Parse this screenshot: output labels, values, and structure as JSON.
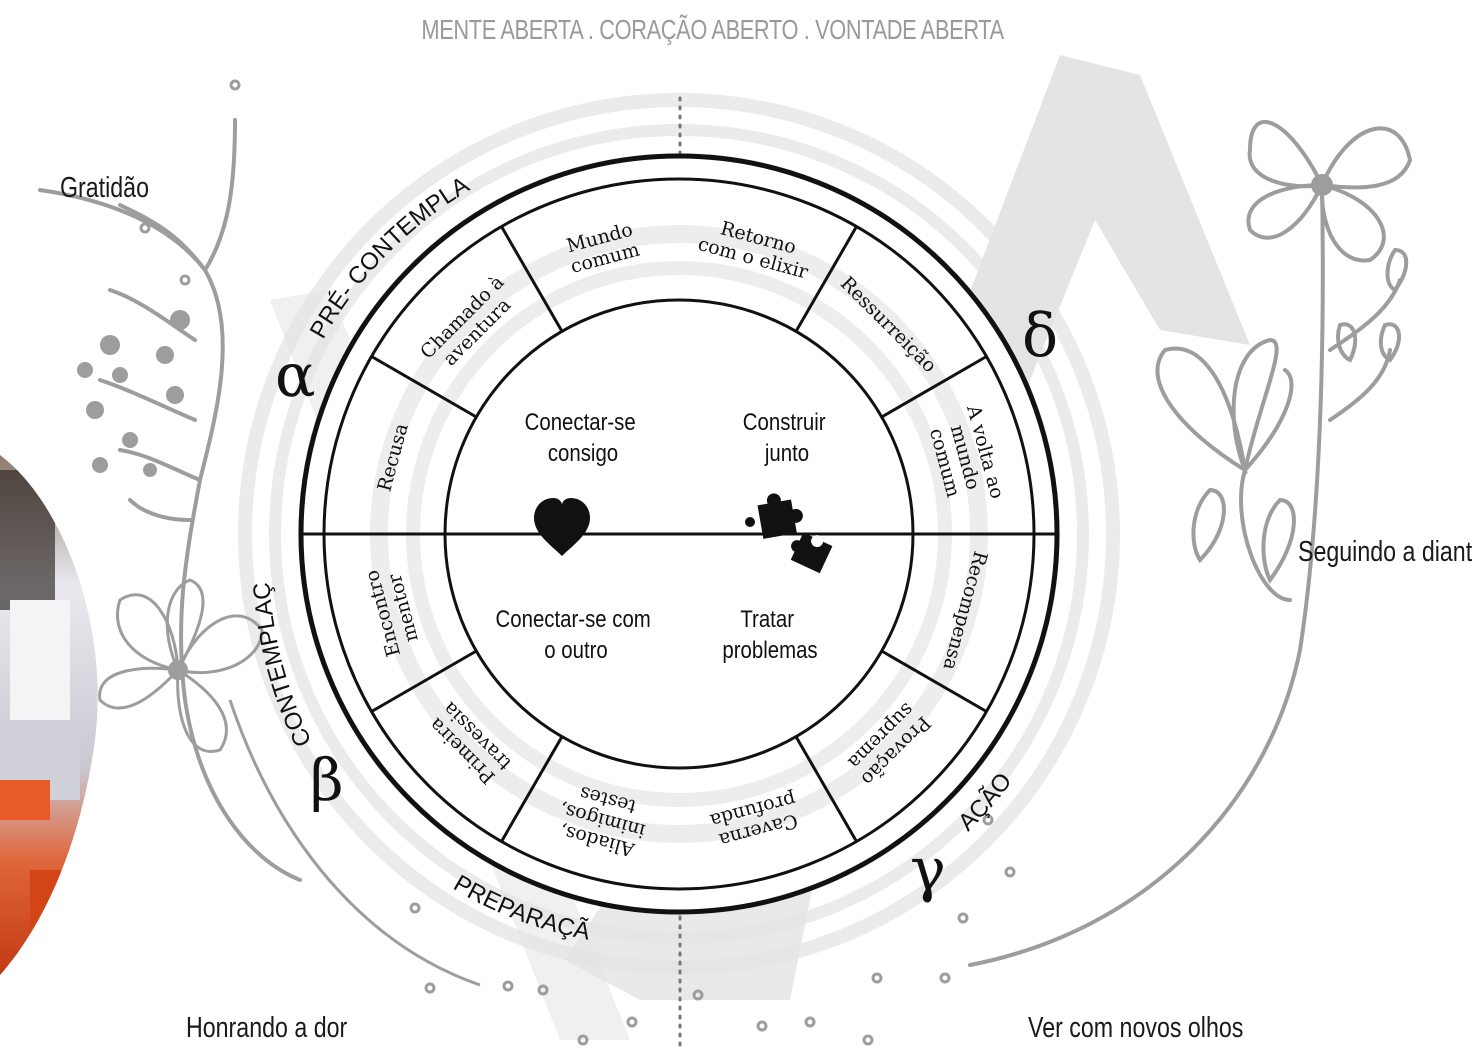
{
  "header": "MENTE ABERTA . CORAÇÃO  ABERTO . VONTADE ABERTA",
  "corners": {
    "top_left": "Gratidão",
    "right": "Seguindo a diant",
    "bottom_left": "Honrando  a dor",
    "bottom_right": "Ver com novos  olhos"
  },
  "stage_labels": {
    "pre_contemplacao": "PRÉ- CONTEMPLAÇÃO",
    "contemplacao": "CONTEMPLAÇÃO",
    "preparacao": "PREPARAÇÃO",
    "acao": "AÇÃO"
  },
  "greek": {
    "alpha": "α",
    "beta": "β",
    "gamma": "γ",
    "delta": "δ"
  },
  "segments": [
    {
      "id": "mundo-comum",
      "lines": [
        "Mundo",
        "comum"
      ]
    },
    {
      "id": "chamado",
      "lines": [
        "Chamado à",
        "aventura"
      ]
    },
    {
      "id": "recusa",
      "lines": [
        "Recusa"
      ]
    },
    {
      "id": "encontro",
      "lines": [
        "Encontro",
        "mentor"
      ]
    },
    {
      "id": "primeira",
      "lines": [
        "Primeira",
        "travessia"
      ]
    },
    {
      "id": "aliados",
      "lines": [
        "Aliados,",
        "inimigos,",
        "testes"
      ]
    },
    {
      "id": "caverna",
      "lines": [
        "Caverna",
        "profunda"
      ]
    },
    {
      "id": "provacao",
      "lines": [
        "Provação",
        "suprema"
      ]
    },
    {
      "id": "recompensa",
      "lines": [
        "Recompensa"
      ]
    },
    {
      "id": "volta",
      "lines": [
        "A volta ao",
        "mundo",
        "comum"
      ]
    },
    {
      "id": "ressurreicao",
      "lines": [
        "Ressurreição"
      ]
    },
    {
      "id": "retorno",
      "lines": [
        "Retorno",
        "com o elixir"
      ]
    }
  ],
  "quadrants": {
    "top_left": [
      "Conectar-se",
      "consigo"
    ],
    "top_right": [
      "Construir",
      "junto"
    ],
    "bottom_left": [
      "Conectar-se com",
      "o outro"
    ],
    "bottom_right": [
      "Tratar",
      "problemas"
    ]
  },
  "icons": {
    "center_left": "heart-icon",
    "center_right": "puzzle-icon"
  }
}
